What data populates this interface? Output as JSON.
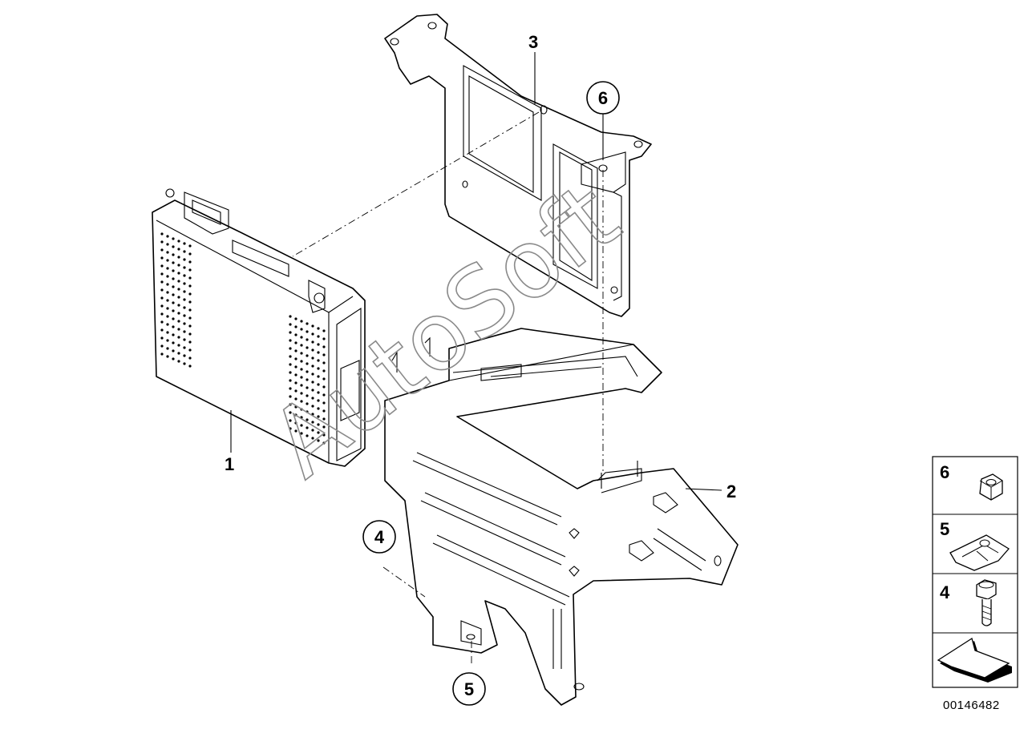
{
  "diagram": {
    "callouts": [
      {
        "id": "1",
        "label": "1"
      },
      {
        "id": "2",
        "label": "2"
      },
      {
        "id": "3",
        "label": "3"
      },
      {
        "id": "4",
        "label": "4"
      },
      {
        "id": "5",
        "label": "5"
      },
      {
        "id": "6",
        "label": "6"
      }
    ],
    "watermark": "AutoSoft",
    "legend": [
      {
        "label": "6",
        "icon": "hex-nut-icon"
      },
      {
        "label": "5",
        "icon": "spring-nut-clip-icon"
      },
      {
        "label": "4",
        "icon": "hex-bolt-icon"
      },
      {
        "label": "",
        "icon": "direction-arrow-icon"
      }
    ],
    "document_number": "00146482"
  }
}
